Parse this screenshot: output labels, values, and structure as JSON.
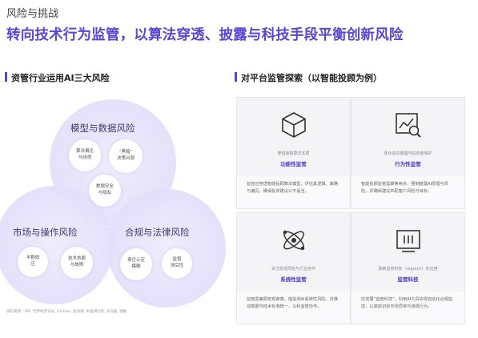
{
  "header": {
    "kicker": "风险与挑战",
    "headline": "转向技术行为监管，以算法穿透、披露与科技手段平衡创新风险"
  },
  "left_section": {
    "title": "资管行业运用AI三大风险",
    "circles": [
      {
        "title": "模型与数据风险",
        "bubbles": [
          "算法偏见\n与歧视",
          "“黑箱”\n决策问题",
          "数据安全\n与隐私"
        ]
      },
      {
        "title": "市场与操作风险",
        "bubbles": [
          "羊群效\n应",
          "技术依赖\n与故障"
        ]
      },
      {
        "title": "合规与法律风险",
        "bubbles": [
          "责任认定\n模糊",
          "监管\n滞后性"
        ]
      }
    ],
    "source": "资料来源：IMF, 世界经济论坛, Gartner, 麦肯锡, 中金研究院, 毕马威, 德勤"
  },
  "right_section": {
    "title": "对平台监管探索（以智能投顾为例）",
    "cards": [
      {
        "icon": "cube-icon",
        "sub": "穿透审核算法本质",
        "name": "功能性监管",
        "desc": "监管应穿透智能投顾算法模型，评估其逻辑、策略与偏见，确保投资建议公平适当。"
      },
      {
        "icon": "chart-magnifier-icon",
        "sub": "强化信息披露与投资者保护",
        "name": "行为性监管",
        "desc": "智能投顾监管需聚焦两点：强制披露AI原理与风险，并确保建议匹配客户风险与目标。"
      },
      {
        "icon": "network-icon",
        "sub": "关注宏观风险与行业协作",
        "name": "系统性监管",
        "desc": "监管需兼顾宏观审慎，借监测AI系统性风险，并推动数据与技术标准统一，以利监管协作。"
      },
      {
        "icon": "terminal-icon",
        "sub": "探索监管科技（regtech）的应用",
        "name": "监管科技",
        "desc": "应发展“监管科技”，利用AI工具实现自动化合规监控，以高效识别市场异常与违规行为。"
      }
    ]
  }
}
